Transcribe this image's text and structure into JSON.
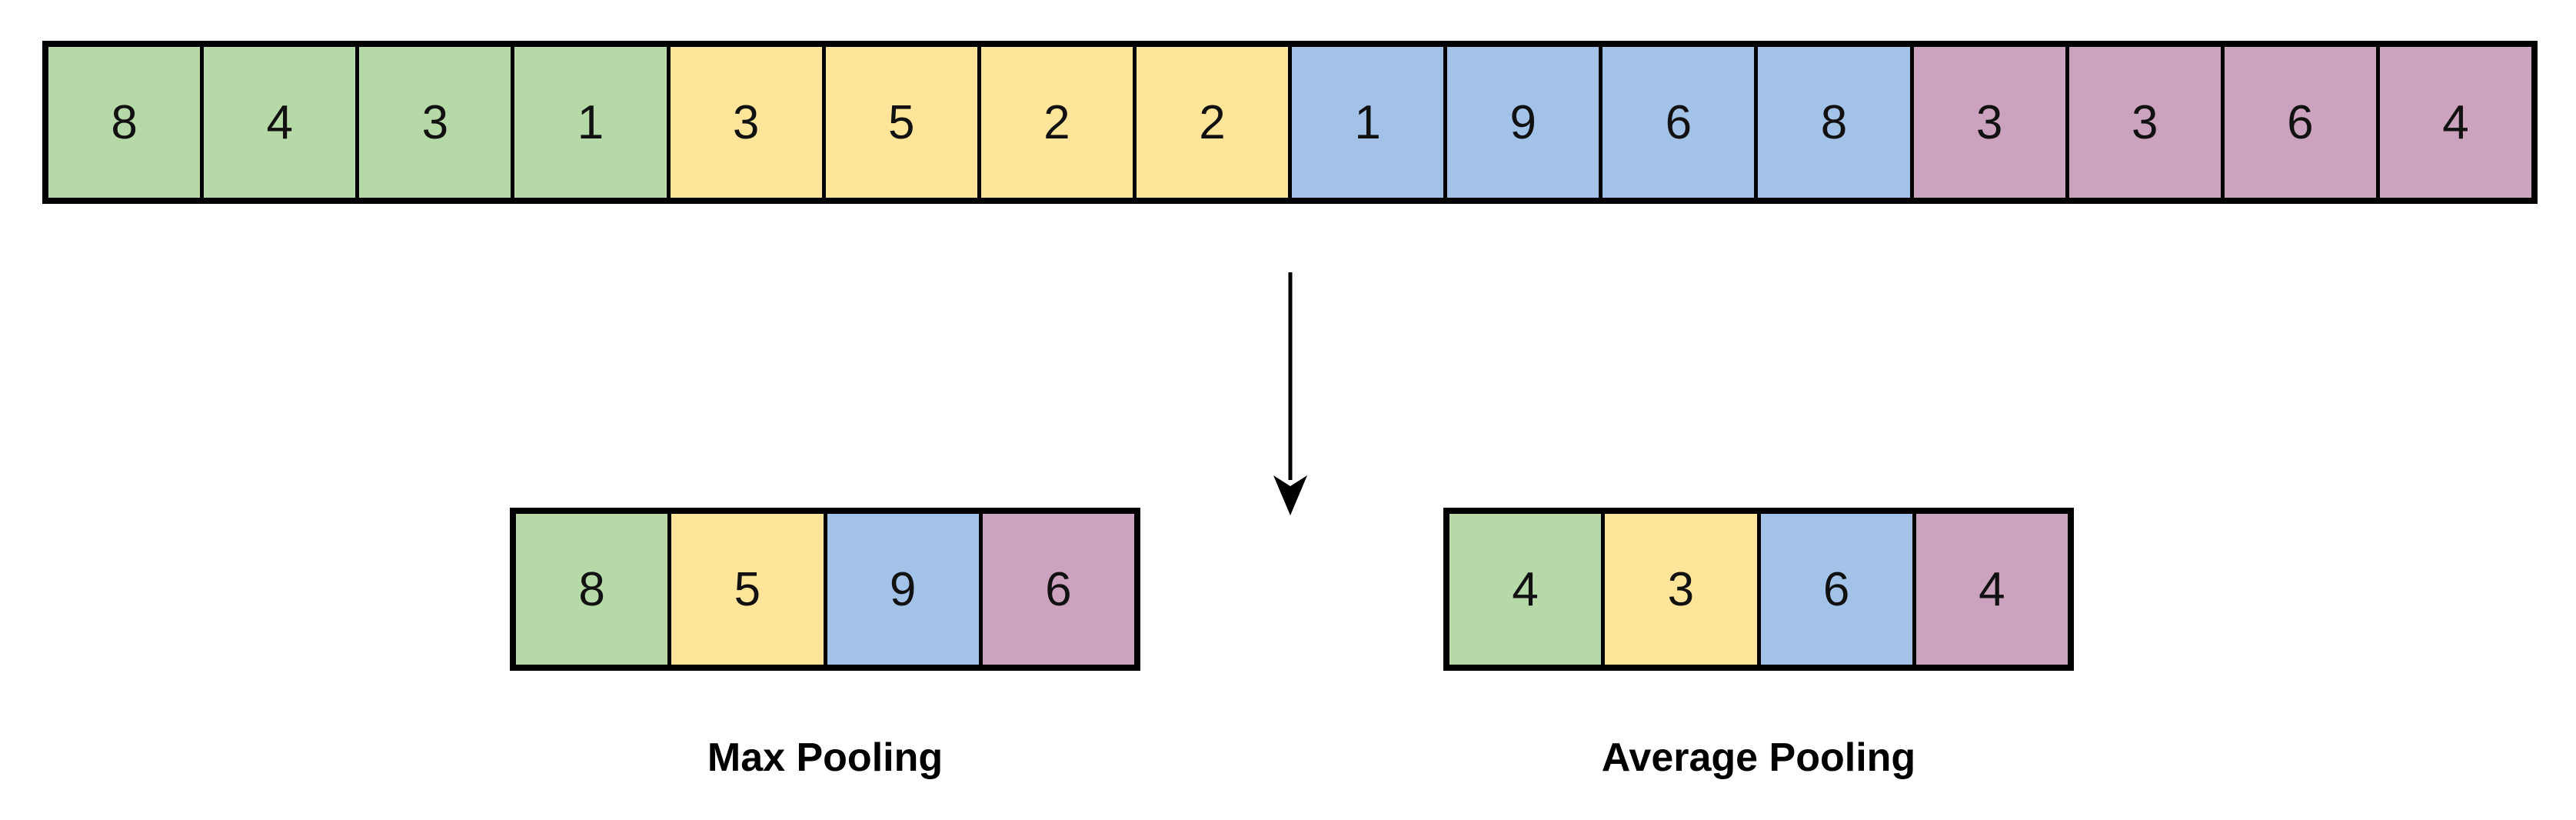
{
  "colors": {
    "green": "#b6d9a8",
    "yellow": "#ffe59a",
    "blue": "#a3c2e8",
    "pink": "#cca3be",
    "border": "#000000",
    "text": "#111111"
  },
  "input_row": {
    "cells": [
      {
        "value": "8",
        "color": "green"
      },
      {
        "value": "4",
        "color": "green"
      },
      {
        "value": "3",
        "color": "green"
      },
      {
        "value": "1",
        "color": "green"
      },
      {
        "value": "3",
        "color": "yellow"
      },
      {
        "value": "5",
        "color": "yellow"
      },
      {
        "value": "2",
        "color": "yellow"
      },
      {
        "value": "2",
        "color": "yellow"
      },
      {
        "value": "1",
        "color": "blue"
      },
      {
        "value": "9",
        "color": "blue"
      },
      {
        "value": "6",
        "color": "blue"
      },
      {
        "value": "8",
        "color": "blue"
      },
      {
        "value": "3",
        "color": "pink"
      },
      {
        "value": "3",
        "color": "pink"
      },
      {
        "value": "6",
        "color": "pink"
      },
      {
        "value": "4",
        "color": "pink"
      }
    ]
  },
  "max_pooling": {
    "label": "Max Pooling",
    "cells": [
      {
        "value": "8",
        "color": "green"
      },
      {
        "value": "5",
        "color": "yellow"
      },
      {
        "value": "9",
        "color": "blue"
      },
      {
        "value": "6",
        "color": "pink"
      }
    ]
  },
  "average_pooling": {
    "label": "Average Pooling",
    "cells": [
      {
        "value": "4",
        "color": "green"
      },
      {
        "value": "3",
        "color": "yellow"
      },
      {
        "value": "6",
        "color": "blue"
      },
      {
        "value": "4",
        "color": "pink"
      }
    ]
  },
  "arrow": {
    "direction": "down"
  }
}
